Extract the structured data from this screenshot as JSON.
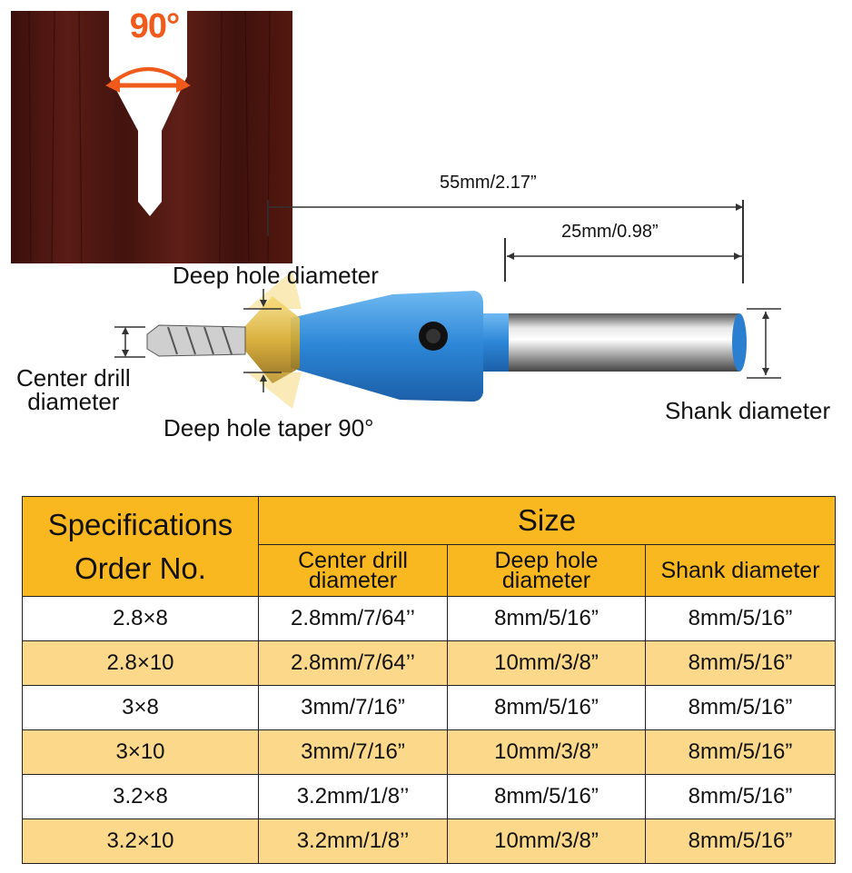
{
  "diagram": {
    "angle_label": "90°",
    "overall_length": "55mm/2.17”",
    "shank_length": "25mm/0.98”",
    "label_deep_hole_diameter": "Deep hole diameter",
    "label_center_drill": "Center drill diameter",
    "label_center_drill_line1": "Center drill",
    "label_center_drill_line2": "diameter",
    "label_taper": "Deep hole taper 90°",
    "label_shank_diameter": "Shank diameter",
    "colors": {
      "angle_accent": "#f05a1a",
      "collar_blue": "#3a8fd8",
      "wood": "#4a1410",
      "header_gold": "#f9b820",
      "row_alt": "#fcd98a"
    }
  },
  "table": {
    "header_spec_line1": "Specifications",
    "header_spec_line2": "Order No.",
    "header_size": "Size",
    "col_center_line1": "Center drill",
    "col_center_line2": "diameter",
    "col_deep_line1": "Deep hole",
    "col_deep_line2": "diameter",
    "col_shank": "Shank diameter",
    "rows": [
      {
        "order": "2.8×8",
        "center": "2.8mm/7/64’’",
        "deep": "8mm/5/16”",
        "shank": "8mm/5/16”"
      },
      {
        "order": "2.8×10",
        "center": "2.8mm/7/64’’",
        "deep": "10mm/3/8”",
        "shank": "8mm/5/16”"
      },
      {
        "order": "3×8",
        "center": "3mm/7/16”",
        "deep": "8mm/5/16”",
        "shank": "8mm/5/16”"
      },
      {
        "order": "3×10",
        "center": "3mm/7/16”",
        "deep": "10mm/3/8”",
        "shank": "8mm/5/16”"
      },
      {
        "order": "3.2×8",
        "center": "3.2mm/1/8’’",
        "deep": "8mm/5/16”",
        "shank": "8mm/5/16”"
      },
      {
        "order": "3.2×10",
        "center": "3.2mm/1/8’’",
        "deep": "10mm/3/8”",
        "shank": "8mm/5/16”"
      }
    ]
  }
}
